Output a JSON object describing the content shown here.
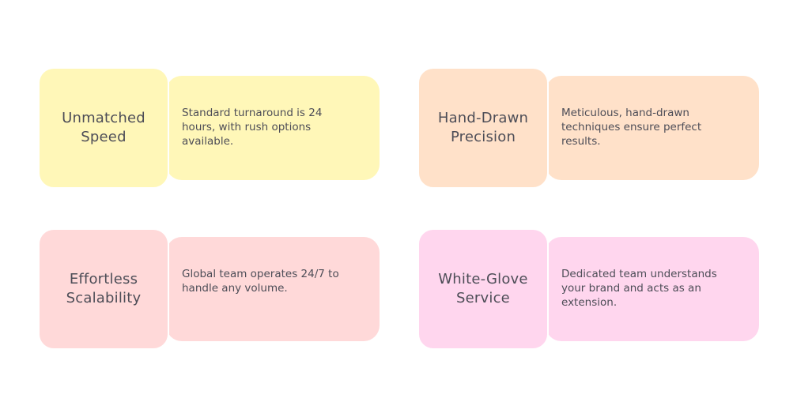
{
  "cards": [
    {
      "title": "Unmatched Speed",
      "description": "Standard turnaround is 24 hours, with rush options available.",
      "color": "#fff7b8"
    },
    {
      "title": "Hand-Drawn Precision",
      "description": "Meticulous, hand-drawn techniques ensure perfect results.",
      "color": "#ffe1c9"
    },
    {
      "title": "Effortless Scalability",
      "description": "Global team operates 24/7 to handle any volume.",
      "color": "#ffd9d9"
    },
    {
      "title": "White-Glove Service",
      "description": "Dedicated team understands your brand and acts as an extension.",
      "color": "#ffd6ee"
    }
  ]
}
